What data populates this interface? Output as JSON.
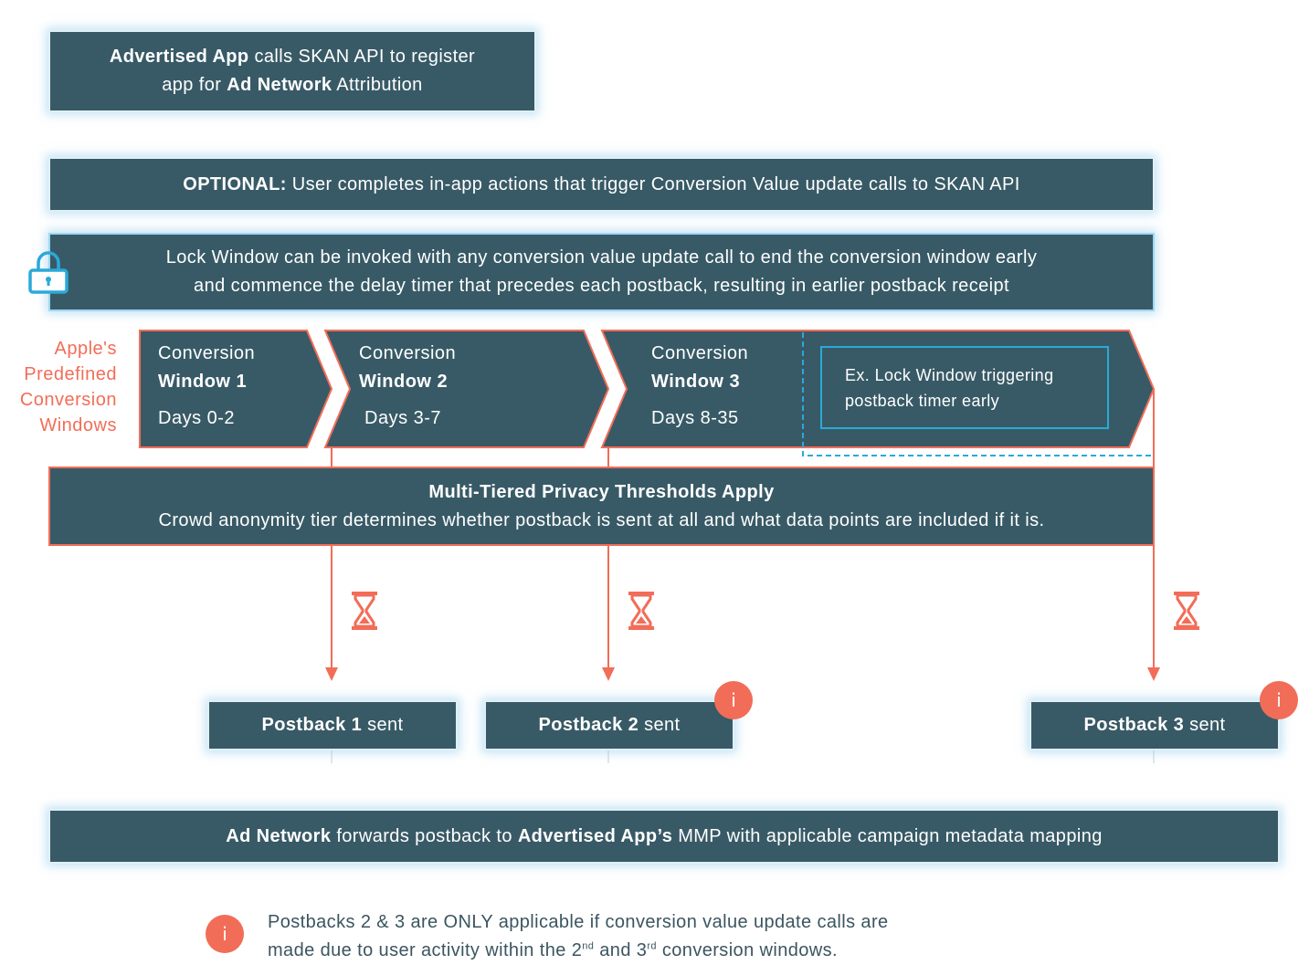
{
  "register": {
    "b1": "Advertised App",
    "t1": " calls SKAN API to register",
    "t2": "app for ",
    "b2": "Ad Network",
    "t3": " Attribution"
  },
  "optional": {
    "b1": "OPTIONAL:",
    "t1": " User completes in-app actions that trigger Conversion Value update calls to SKAN API"
  },
  "lock": {
    "line1": "Lock Window can be invoked with any conversion value update call to end the conversion window early",
    "line2": "and commence the delay timer that precedes each postback, resulting in earlier postback receipt"
  },
  "windows_label": [
    "Apple's",
    "Predefined",
    "Conversion",
    "Windows"
  ],
  "windows": [
    {
      "title": "Conversion",
      "name": "Window 1",
      "days": "Days 0-2"
    },
    {
      "title": "Conversion",
      "name": "Window 2",
      "days": "Days 3-7"
    },
    {
      "title": "Conversion",
      "name": "Window 3",
      "days": "Days 8-35"
    }
  ],
  "lock_example": {
    "line1": "Ex. Lock Window triggering",
    "line2": "postback timer early"
  },
  "thresholds": {
    "title": "Multi-Tiered Privacy Thresholds Apply",
    "text": "Crowd anonymity tier determines whether postback is sent at all and what data points are included if it is."
  },
  "postbacks": [
    {
      "bold": "Postback 1",
      "rest": " sent"
    },
    {
      "bold": "Postback 2",
      "rest": " sent"
    },
    {
      "bold": "Postback 3",
      "rest": " sent"
    }
  ],
  "info_glyph": "i",
  "forward": {
    "b1": "Ad Network",
    "t1": " forwards postback to ",
    "b2": "Advertised App’s",
    "t2": " MMP with applicable campaign metadata mapping"
  },
  "footnote": {
    "l1": "Postbacks 2 & 3 are ONLY applicable if conversion value update calls are",
    "l2a": "made due to user activity within the 2",
    "sup1": "nd",
    "l2b": " and 3",
    "sup2": "rd",
    "l2c": " conversion windows."
  },
  "colors": {
    "box": "#385a66",
    "accent": "#f26d58",
    "glow": "#dff0f7",
    "callout": "#2aa9d9"
  },
  "icons": [
    "lock-icon",
    "hourglass-icon",
    "info-icon"
  ]
}
